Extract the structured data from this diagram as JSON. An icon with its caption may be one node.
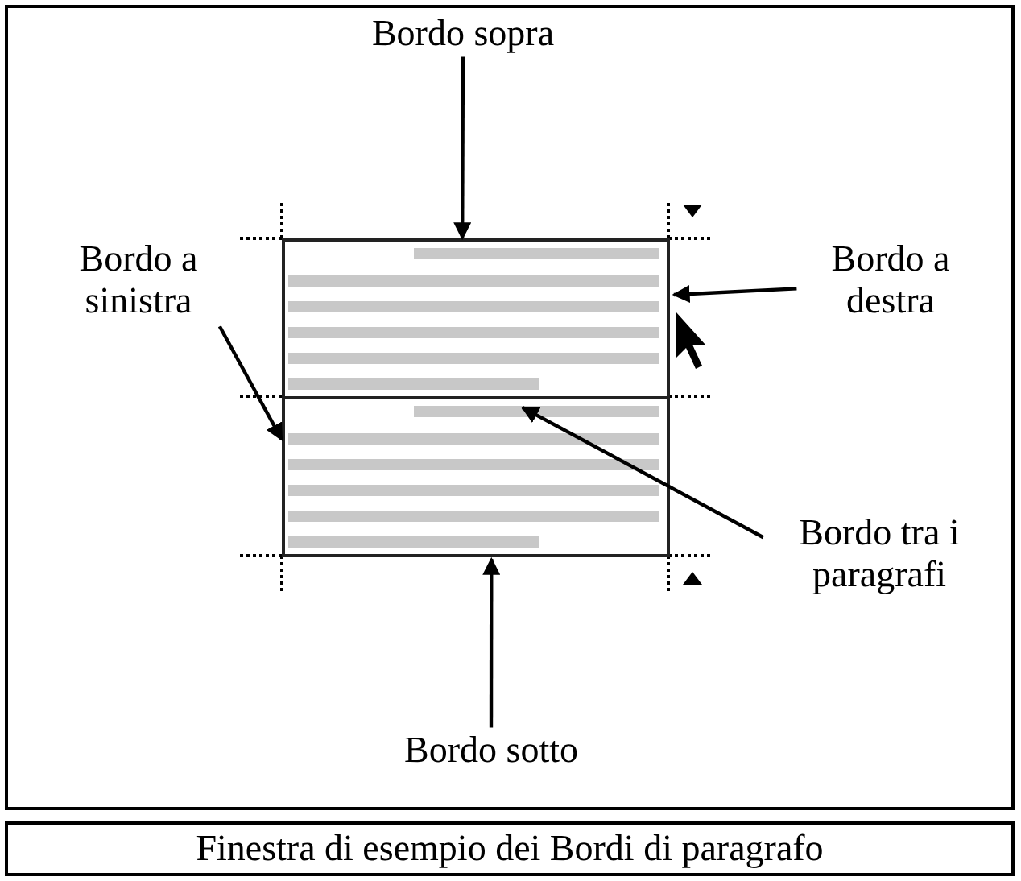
{
  "diagram": {
    "caption": "Finestra di esempio dei Bordi di paragrafo",
    "nodes": [
      {
        "text": [
          "Bordo sopra"
        ]
      },
      {
        "text": [
          "Bordo a sinistra"
        ]
      },
      {
        "text": [
          "Bordo a destra"
        ]
      },
      {
        "text": [
          "Bordo tra i paragrafi"
        ]
      },
      {
        "text": [
          "Bordo sotto"
        ]
      },
      {
        "text": [],
        "shape": "box"
      },
      {
        "text": [],
        "shape": "box"
      }
    ],
    "edges": [
      {
        "from": 0,
        "to": 5,
        "arrow": "to"
      },
      {
        "from": 2,
        "to": 5,
        "arrow": "to"
      },
      {
        "from": 1,
        "to": 6,
        "arrow": "to"
      },
      {
        "from": 3,
        "to": 6,
        "arrow": "to"
      },
      {
        "from": 4,
        "to": 6,
        "arrow": "to"
      }
    ]
  }
}
